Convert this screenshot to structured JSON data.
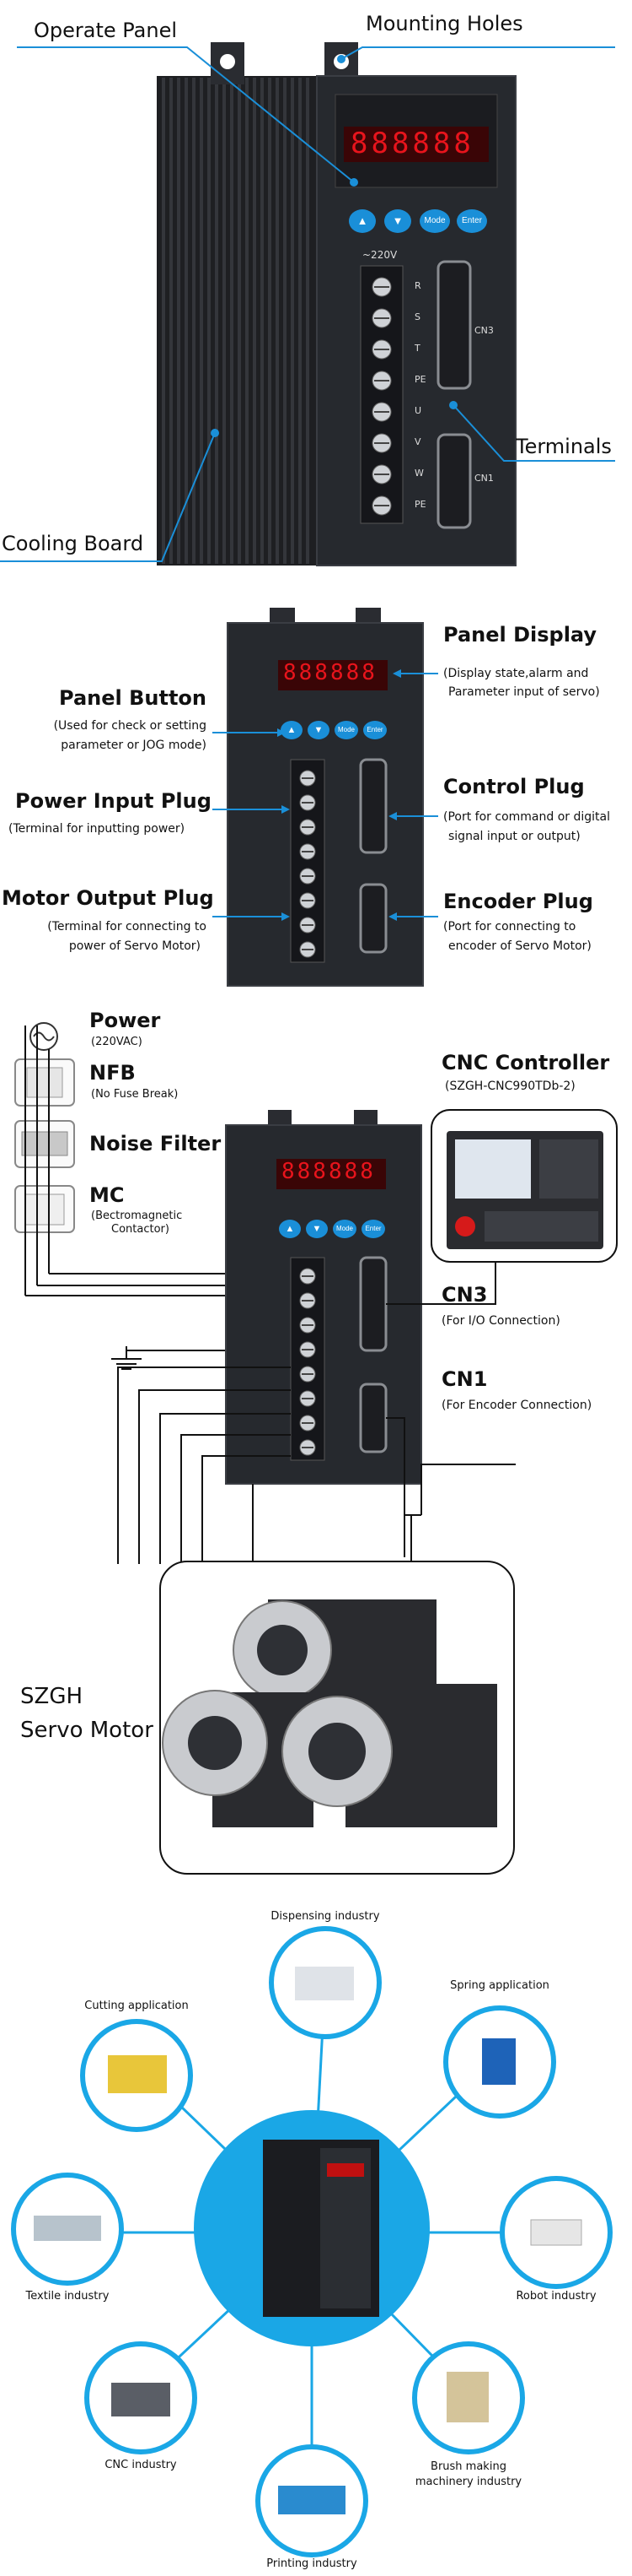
{
  "section1": {
    "operate_panel": "Operate Panel",
    "mounting_holes": "Mounting Holes",
    "terminals": "Terminals",
    "cooling_board": "Cooling Board",
    "display_digits": "888888",
    "btn_up": "▲",
    "btn_down": "▼",
    "btn_mode": "Mode",
    "btn_enter": "Enter",
    "voltage": "~220V",
    "cn3": "CN3",
    "cn1": "CN1",
    "terminal_letters": [
      "R",
      "S",
      "T",
      "PE",
      "U",
      "V",
      "W",
      "PE"
    ]
  },
  "section2": {
    "panel_display_title": "Panel Display",
    "panel_display_desc1": "(Display state,alarm and",
    "panel_display_desc2": "Parameter input of servo)",
    "panel_button_title": "Panel Button",
    "panel_button_desc1": "(Used for check or setting",
    "panel_button_desc2": "parameter or JOG mode)",
    "power_input_title": "Power Input Plug",
    "power_input_desc": "(Terminal for inputting power)",
    "control_plug_title": "Control Plug",
    "control_plug_desc1": "(Port for command or digital",
    "control_plug_desc2": "signal input or output)",
    "motor_output_title": "Motor Output Plug",
    "motor_output_desc1": "(Terminal for connecting to",
    "motor_output_desc2": "power of Servo Motor)",
    "encoder_plug_title": "Encoder Plug",
    "encoder_plug_desc1": "(Port for connecting to",
    "encoder_plug_desc2": "encoder of Servo Motor)"
  },
  "section3": {
    "power_title": "Power",
    "power_desc": "(220VAC)",
    "nfb_title": "NFB",
    "nfb_desc": "(No Fuse Break)",
    "noise_filter": "Noise Filter",
    "mc_title": "MC",
    "mc_desc1": "(Bectromagnetic",
    "mc_desc2": "Contactor)",
    "cnc_controller_title": "CNC Controller",
    "cnc_controller_model": "(SZGH-CNC990TDb-2)",
    "cn3_title": "CN3",
    "cn3_desc": "(For I/O Connection)",
    "cn1_title": "CN1",
    "cn1_desc": "(For Encoder Connection)",
    "motor_line1": "SZGH",
    "motor_line2": "Servo Motor"
  },
  "section4": {
    "dispensing": "Dispensing industry",
    "cutting": "Cutting application",
    "spring": "Spring application",
    "textile": "Textile industry",
    "robot": "Robot industry",
    "cnc": "CNC industry",
    "brush1": "Brush making",
    "brush2": "machinery industry",
    "printing": "Printing industry"
  },
  "colors": {
    "accent_blue": "#1a8fd8",
    "drive_body": "#24272c",
    "display_red": "#d8101a",
    "hub_blue": "#1aa7e6"
  }
}
